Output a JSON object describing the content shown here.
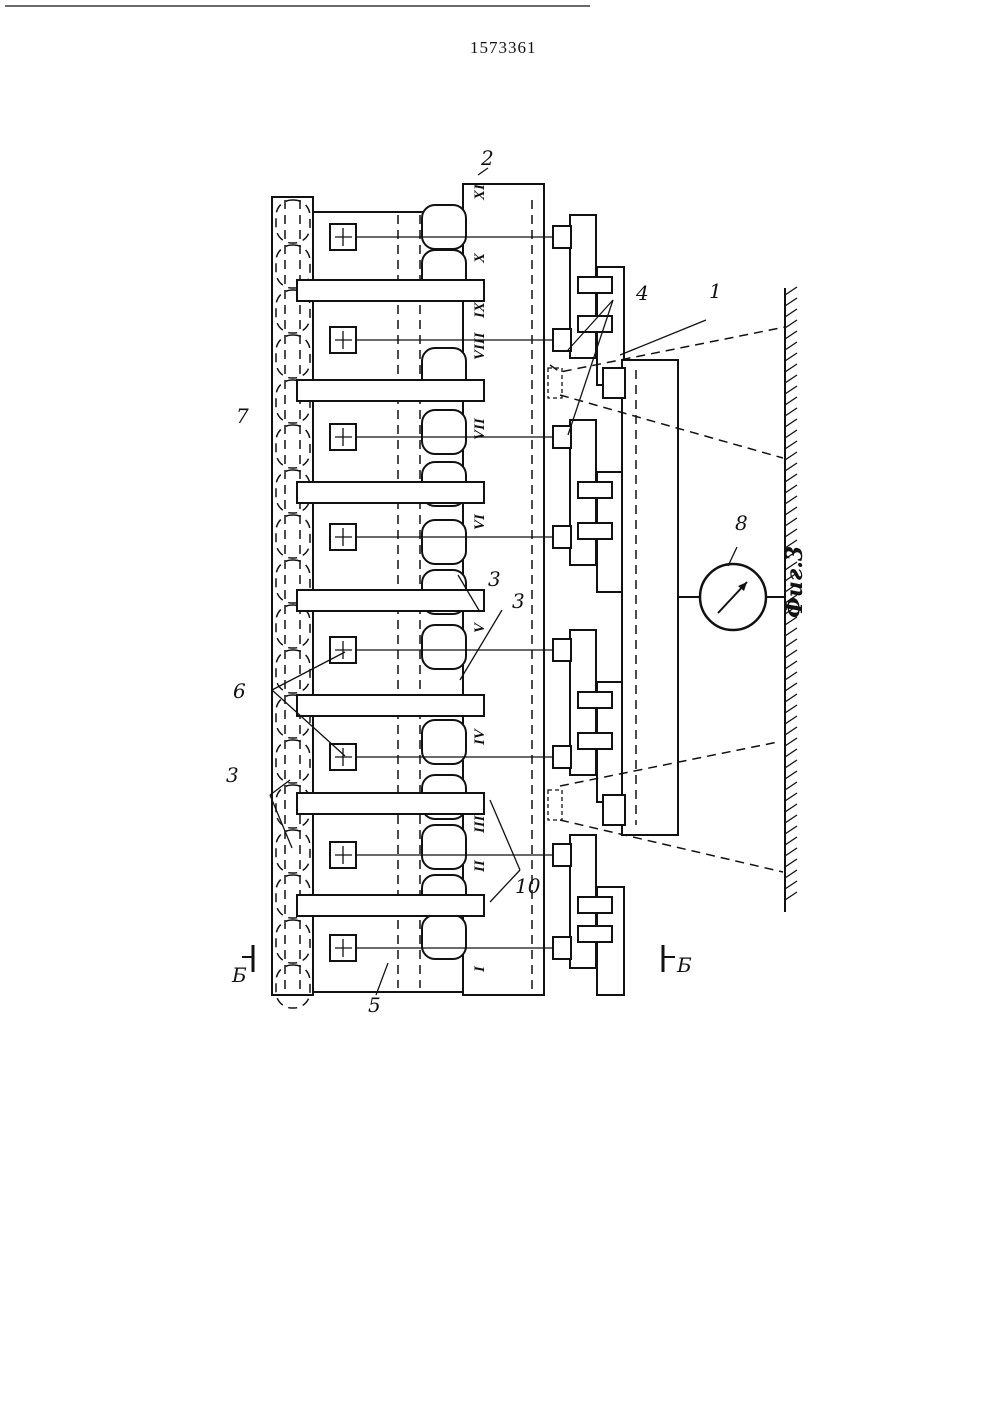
{
  "document": {
    "page_number": "1573361",
    "figure_caption": "Фиг.3"
  },
  "labels": {
    "l1": "1",
    "l2": "2",
    "l3a": "3",
    "l3b": "3",
    "l3c": "3",
    "l4": "4",
    "l5": "5",
    "l6": "6",
    "l7": "7",
    "l8": "8",
    "l10": "10",
    "section_left": "Б",
    "section_right": "Б"
  },
  "positions": [
    "I",
    "II",
    "III",
    "IV",
    "V",
    "VI",
    "VII",
    "VIII",
    "IX",
    "X",
    "XI"
  ]
}
